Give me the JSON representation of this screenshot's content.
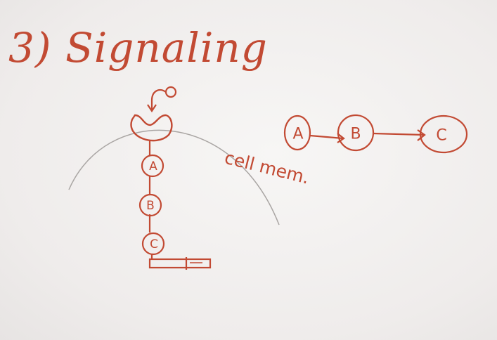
{
  "title": "3) Signaling",
  "membrane_label": "cell mem.",
  "pathway_vertical": [
    "A",
    "B",
    "C"
  ],
  "pathway_horizontal": [
    "A",
    "B",
    "C"
  ],
  "colors": {
    "ink": "#c24a33",
    "membrane": "#a9a5a3",
    "board": "#f1efee"
  },
  "icons": {
    "ligand": "ligand-circle-icon",
    "receptor": "receptor-cup-icon",
    "target": "target-bar-icon"
  }
}
